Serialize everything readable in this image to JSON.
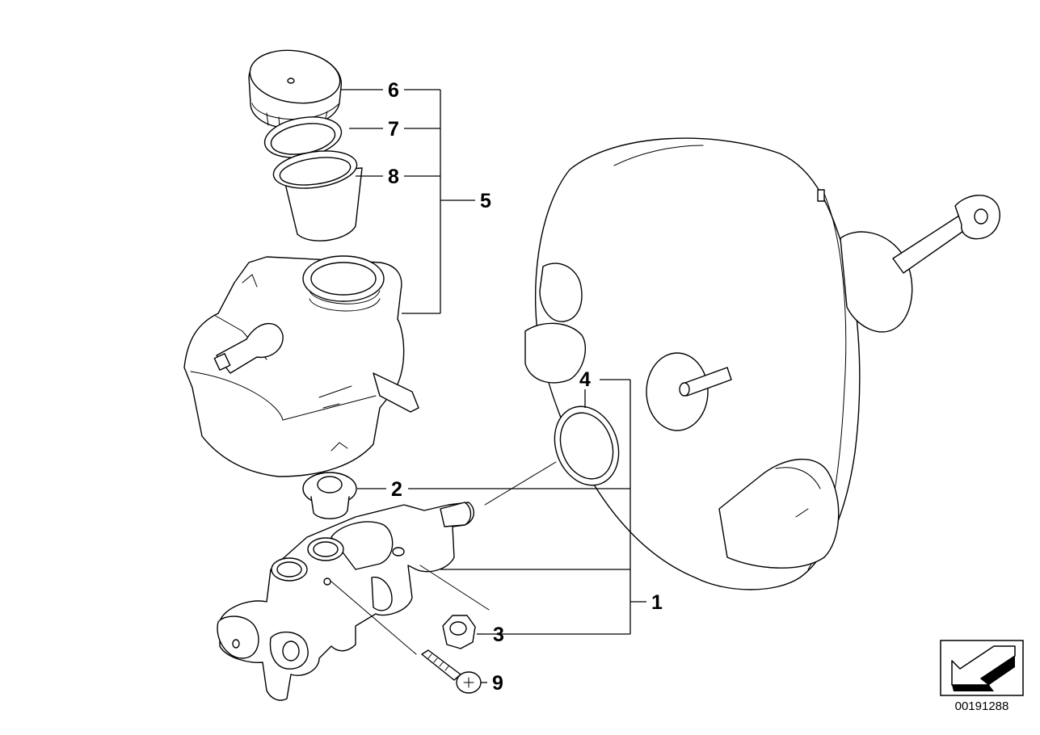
{
  "callouts": {
    "c1": "1",
    "c2": "2",
    "c3": "3",
    "c4": "4",
    "c5": "5",
    "c6": "6",
    "c7": "7",
    "c8": "8",
    "c9": "9"
  },
  "document_number": "00191288",
  "icons": {
    "orientation": "direction-arrow-icon"
  },
  "colors": {
    "line": "#000000",
    "background": "#ffffff"
  }
}
